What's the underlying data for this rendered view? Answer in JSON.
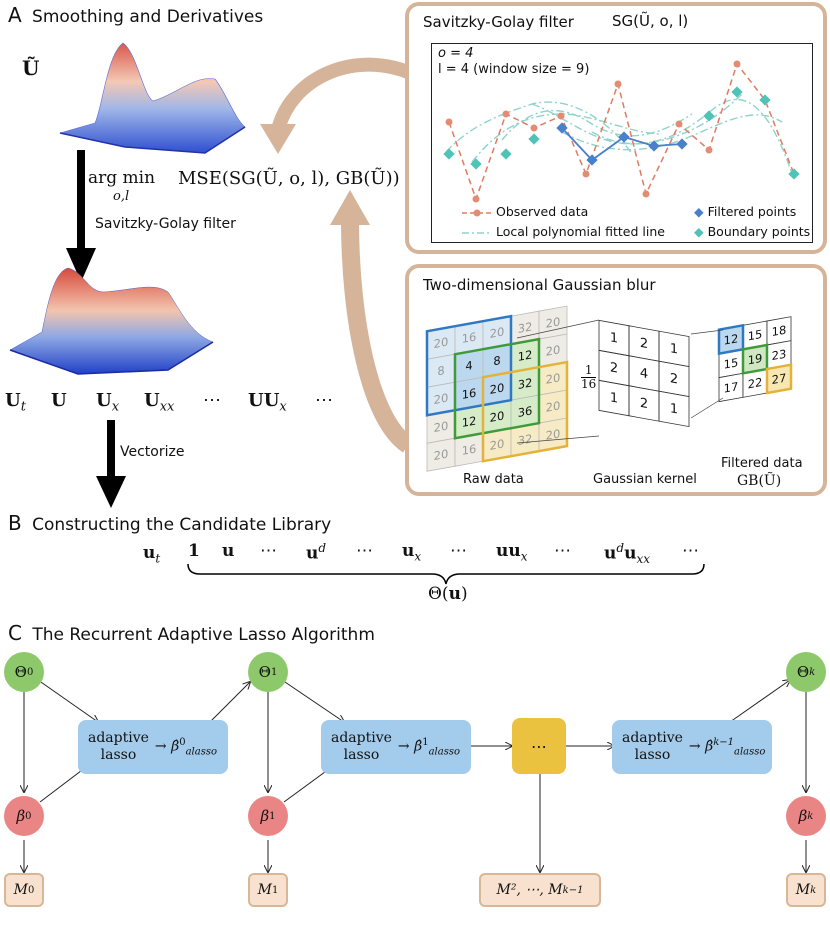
{
  "sectionA": {
    "label": "A",
    "title": "Smoothing and Derivatives",
    "noisy_symbol": "Ũ",
    "argmin": "arg min",
    "argmin_sub": "o,l",
    "mse": "MSE(SG(Ũ, o, l), GB(Ũ))",
    "sg_label": "Savitzky-Golay filter",
    "derivs": [
      "U",
      "U",
      "U",
      "U",
      "⋯",
      "UU",
      "⋯"
    ],
    "deriv_subs": [
      "t",
      "",
      "x",
      "xx",
      "",
      "x",
      ""
    ],
    "vectorize": "Vectorize"
  },
  "sgPanel": {
    "title": "Savitzky-Golay filter",
    "formula": "SG(Ũ, o, l)",
    "o_line": "o = 4",
    "l_line": "l = 4 (window size = 9)",
    "legend": {
      "observed": "Observed data",
      "local": "Local polynomial fitted line",
      "filtered": "Filtered points",
      "boundary": "Boundary points"
    },
    "colors": {
      "observed": "#e07b62",
      "local": "#7fcfc5",
      "filtered": "#4a7fcb",
      "boundary": "#4fc4b6"
    }
  },
  "gbPanel": {
    "title": "Two-dimensional Gaussian blur",
    "raw_label": "Raw data",
    "kernel_label": "Gaussian kernel",
    "filtered_label": "Filtered data",
    "gb_formula": "GB(Ũ)",
    "frac_num": "1",
    "frac_den": "16",
    "raw": [
      [
        "20",
        "16",
        "20",
        "32",
        "20"
      ],
      [
        "8",
        "4",
        "8",
        "12",
        "20"
      ],
      [
        "20",
        "16",
        "20",
        "32",
        "20"
      ],
      [
        "20",
        "12",
        "20",
        "36",
        "20"
      ],
      [
        "20",
        "16",
        "20",
        "32",
        "20"
      ]
    ],
    "kernel": [
      [
        "1",
        "2",
        "1"
      ],
      [
        "2",
        "4",
        "2"
      ],
      [
        "1",
        "2",
        "1"
      ]
    ],
    "filtered": [
      [
        "12",
        "15",
        "18"
      ],
      [
        "15",
        "19",
        "23"
      ],
      [
        "17",
        "22",
        "27"
      ]
    ]
  },
  "sectionB": {
    "label": "B",
    "title": "Constructing the Candidate Library",
    "ut": "u",
    "terms": [
      "1",
      "u",
      "⋯",
      "u",
      "⋯",
      "u",
      "⋯",
      "uu",
      "⋯",
      "u u",
      "⋯"
    ],
    "theta": "Θ(u)"
  },
  "sectionC": {
    "label": "C",
    "title": "The Recurrent Adaptive Lasso Algorithm",
    "adaptive": "adaptive",
    "lasso": "lasso",
    "ellipsis": "⋯",
    "thetas": [
      "Θ",
      "Θ",
      "Θ"
    ],
    "theta_sups": [
      "0",
      "1",
      "k"
    ],
    "betas": [
      "β",
      "β",
      "β"
    ],
    "beta_sups": [
      "0",
      "1",
      "k"
    ],
    "Ms": [
      "M",
      "M",
      "M², ⋯, M",
      "M"
    ],
    "M_sups": [
      "0",
      "1",
      "k−1",
      "k"
    ],
    "alasso_subs": [
      "0",
      "1",
      "k−1"
    ]
  }
}
